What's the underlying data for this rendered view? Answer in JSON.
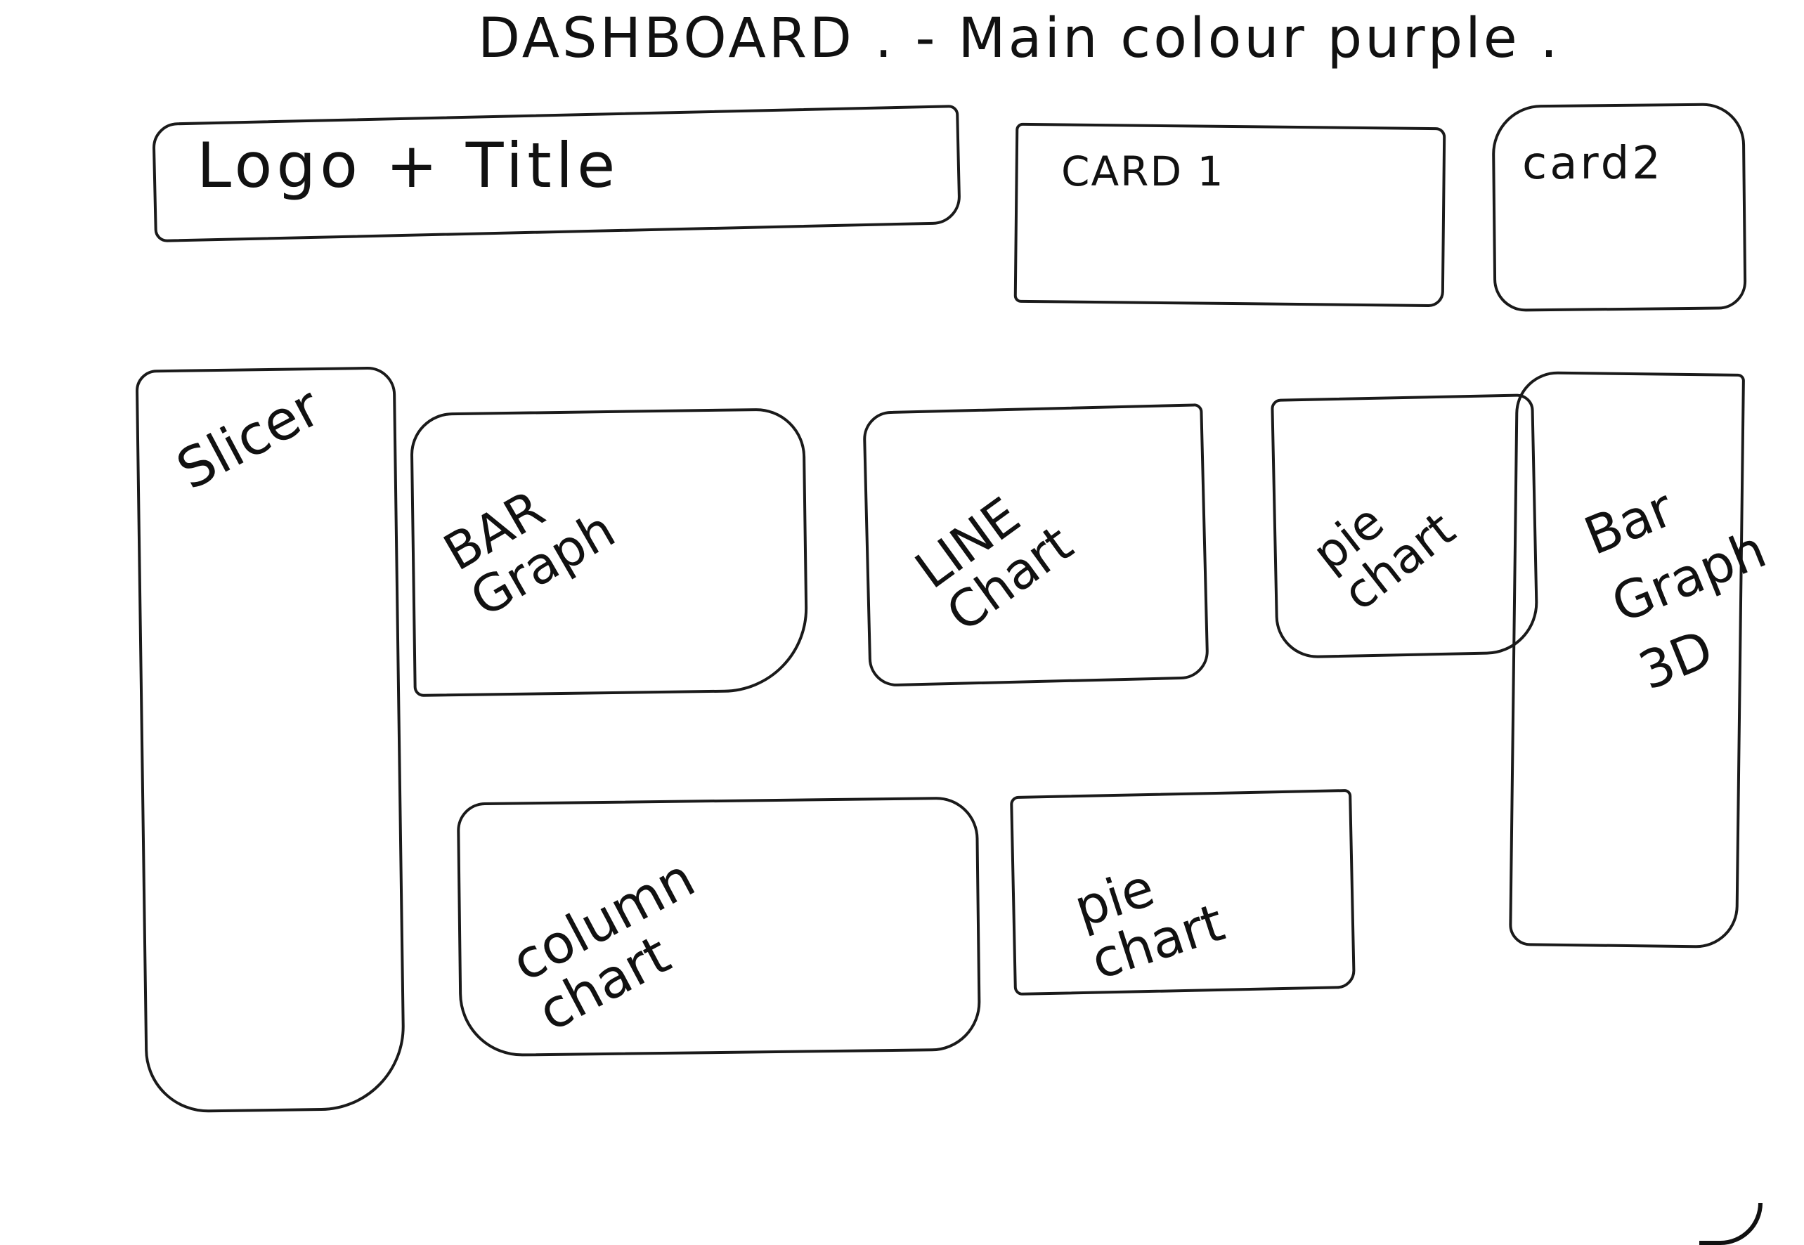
{
  "heading": "DASHBOARD . - Main colour purple .",
  "header": {
    "logo_title": "Logo + Title",
    "card1": "CARD 1",
    "card2": "card2"
  },
  "panels": {
    "slicer": "Slicer",
    "bar_graph": "BAR\nGraph",
    "line_chart": "LINE\nChart",
    "pie_chart_top": "pie\nchart",
    "bar_graph_3d": "Bar\nGraph\n3D",
    "column_chart": "column\nchart",
    "pie_chart_bottom": "pie\nchart"
  }
}
